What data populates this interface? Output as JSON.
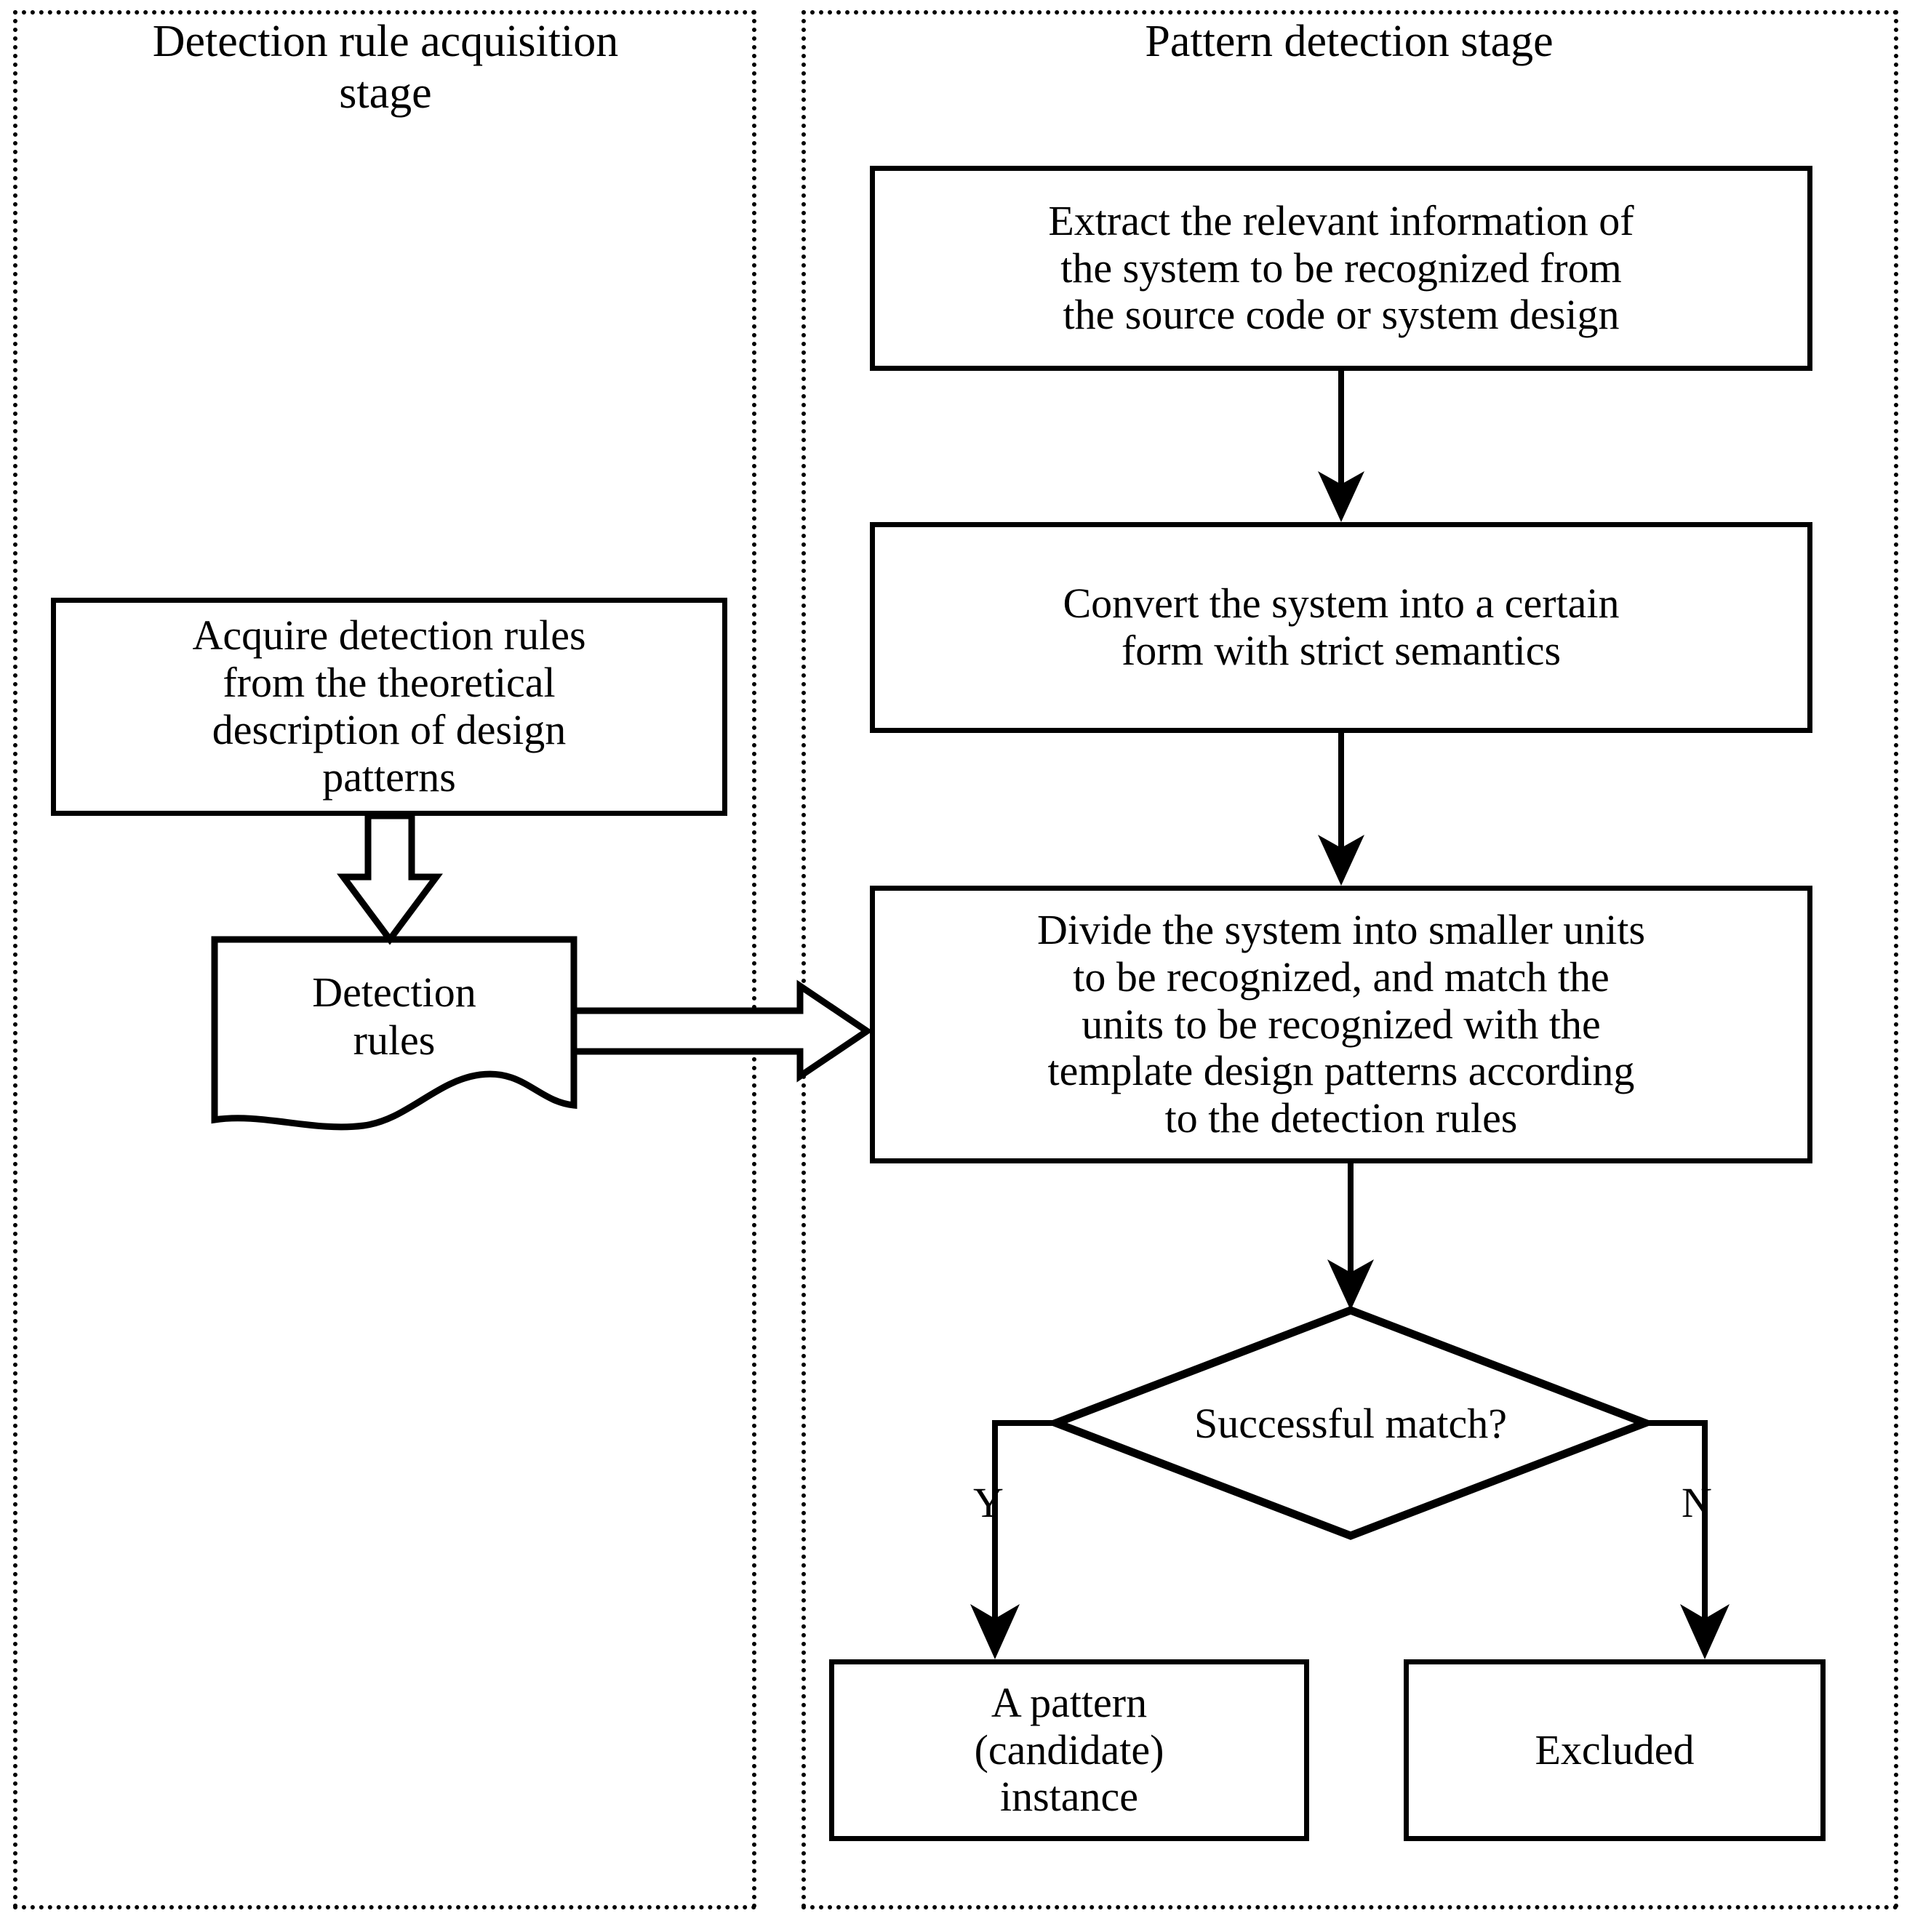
{
  "diagram": {
    "type": "flowchart",
    "title": "Design pattern detection process",
    "panels": [
      {
        "id": "left-panel",
        "title": "Detection rule acquisition\nstage",
        "border_style": "dotted",
        "color": "#000000"
      },
      {
        "id": "right-panel",
        "title": "Pattern detection stage",
        "border_style": "dotted",
        "color": "#000000"
      }
    ],
    "nodes": {
      "acquire_rules": {
        "shape": "rectangle",
        "text": "Acquire detection rules\nfrom the theoretical\ndescription of design\npatterns"
      },
      "detection_rules": {
        "shape": "document",
        "text": "Detection\nrules"
      },
      "extract_info": {
        "shape": "rectangle",
        "text": "Extract the relevant information of\nthe system to be recognized from\nthe source code or system design"
      },
      "convert_system": {
        "shape": "rectangle",
        "text": "Convert the system into a certain\nform with strict semantics"
      },
      "divide_match": {
        "shape": "rectangle",
        "text": "Divide the system into smaller units\nto be recognized, and match the\nunits to be recognized with the\ntemplate design patterns according\nto the detection rules"
      },
      "successful_match": {
        "shape": "diamond",
        "text": "Successful match?"
      },
      "pattern_instance": {
        "shape": "rectangle",
        "text": "A pattern\n(candidate)\ninstance"
      },
      "excluded": {
        "shape": "rectangle",
        "text": "Excluded"
      }
    },
    "edge_labels": {
      "yes": "Y",
      "no": "N"
    },
    "edges": [
      {
        "from": "acquire_rules",
        "to": "detection_rules",
        "style": "block-arrow-down"
      },
      {
        "from": "detection_rules",
        "to": "divide_match",
        "style": "block-arrow-right"
      },
      {
        "from": "extract_info",
        "to": "convert_system",
        "style": "line-arrow-down"
      },
      {
        "from": "convert_system",
        "to": "divide_match",
        "style": "line-arrow-down"
      },
      {
        "from": "divide_match",
        "to": "successful_match",
        "style": "line-arrow-down"
      },
      {
        "from": "successful_match",
        "to": "pattern_instance",
        "style": "line-arrow-down",
        "label": "Y"
      },
      {
        "from": "successful_match",
        "to": "excluded",
        "style": "line-arrow-down",
        "label": "N"
      }
    ]
  }
}
